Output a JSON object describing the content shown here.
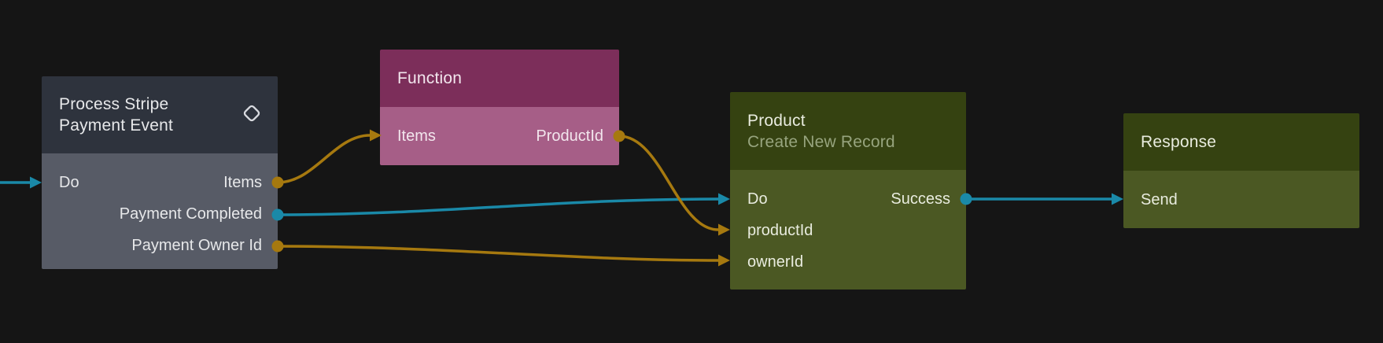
{
  "canvas": {
    "background": "#151515"
  },
  "colors": {
    "teal_connection": "#1a89a8",
    "gold_connection": "#a6790f",
    "slate_header": "#2e333d",
    "slate_body": "#575b66",
    "magenta_header": "#7c2e5a",
    "magenta_body": "#a65e87",
    "olive_header": "#354211",
    "olive_body": "#4b5823",
    "subtitle_text": "#97a47e"
  },
  "nodes": [
    {
      "title": "Process Stripe Payment Event",
      "icon": "diamond-icon",
      "theme": "slate",
      "rows": [
        {
          "input": "Do",
          "output": "Items"
        },
        {
          "input": "",
          "output": "Payment Completed"
        },
        {
          "input": "",
          "output": "Payment Owner Id"
        }
      ]
    },
    {
      "title": "Function",
      "theme": "magenta",
      "rows": [
        {
          "input": "Items",
          "output": "ProductId"
        }
      ]
    },
    {
      "title": "Product",
      "subtitle": "Create New Record",
      "theme": "olive",
      "rows": [
        {
          "input": "Do",
          "output": "Success"
        },
        {
          "input": "productId",
          "output": ""
        },
        {
          "input": "ownerId",
          "output": ""
        }
      ]
    },
    {
      "title": "Response",
      "theme": "olive",
      "rows": [
        {
          "input": "Send",
          "output": ""
        }
      ]
    }
  ],
  "edges": [
    {
      "from": "canvas-left",
      "to": "Process Stripe Payment Event / Do",
      "color": "teal"
    },
    {
      "from": "Process Stripe Payment Event / Items",
      "to": "Function / Items",
      "color": "gold"
    },
    {
      "from": "Process Stripe Payment Event / Payment Completed",
      "to": "Product / Do",
      "color": "teal"
    },
    {
      "from": "Process Stripe Payment Event / Payment Owner Id",
      "to": "Product / ownerId",
      "color": "gold"
    },
    {
      "from": "Function / ProductId",
      "to": "Product / productId",
      "color": "gold"
    },
    {
      "from": "Product / Success",
      "to": "Response / Send",
      "color": "teal"
    }
  ]
}
